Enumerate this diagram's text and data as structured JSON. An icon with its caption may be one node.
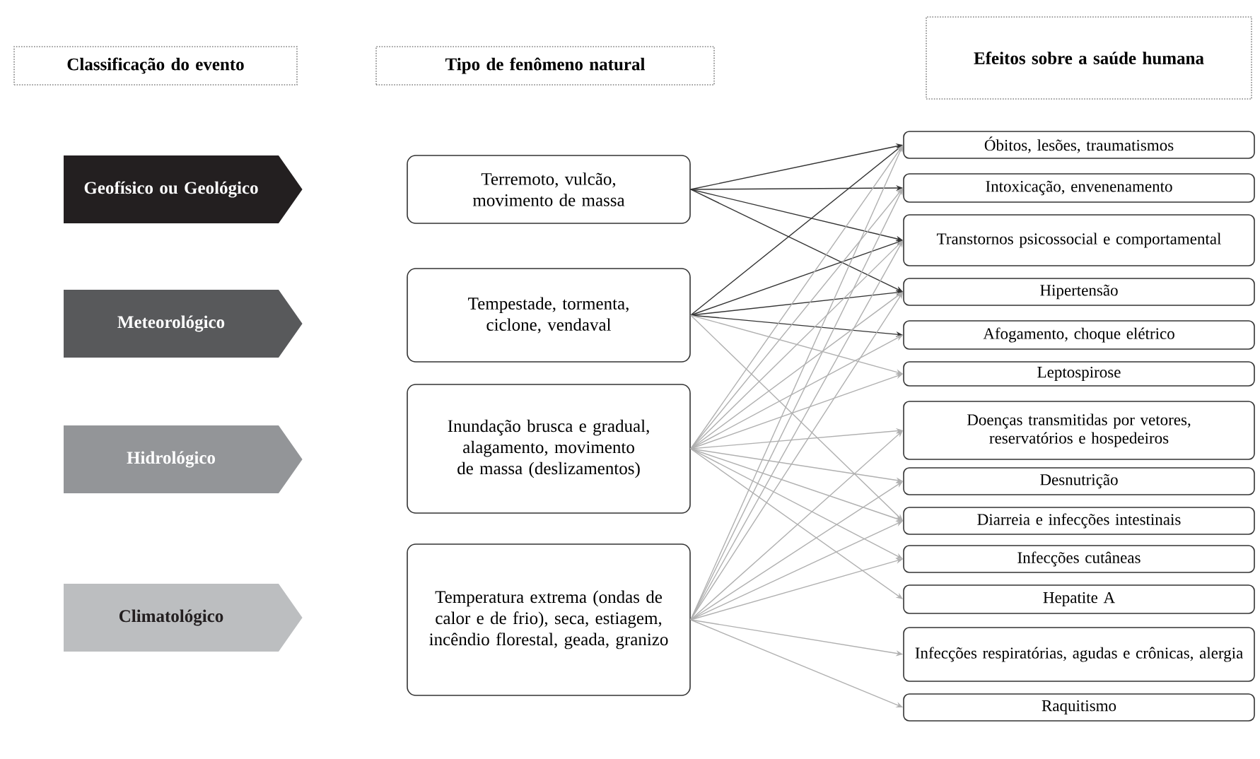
{
  "diagram": {
    "nodes": [
      {
        "text": [
          "Classificação do evento"
        ]
      },
      {
        "text": [
          "Tipo de fenômeno natural"
        ]
      },
      {
        "text": [
          "Efeitos sobre a saúde humana"
        ]
      },
      {
        "text": [
          "Geofísico ou Geológico"
        ]
      },
      {
        "text": [
          "Meteorológico"
        ]
      },
      {
        "text": [
          "Hidrológico"
        ]
      },
      {
        "text": [
          "Climatológico"
        ]
      },
      {
        "text": [
          "Terremoto, vulcão, movimento de massa"
        ]
      },
      {
        "text": [
          "Tempestade, tormenta, ciclone, vendaval"
        ]
      },
      {
        "text": [
          "Inundação brusca e gradual, alagamento, movimento de massa (deslizamentos)"
        ]
      },
      {
        "text": [
          "Temperatura extrema (ondas de calor e de frio), seca, estiagem, incêndio florestal, geada, granizo"
        ]
      },
      {
        "text": [
          "Óbitos, lesões, traumatismos"
        ]
      },
      {
        "text": [
          "Intoxicação, envenenamento"
        ]
      },
      {
        "text": [
          "Transtornos psicossocial e comportamental"
        ]
      },
      {
        "text": [
          "Hipertensão"
        ]
      },
      {
        "text": [
          "Afogamento, choque elétrico"
        ]
      },
      {
        "text": [
          "Leptospirose"
        ]
      },
      {
        "text": [
          "Doenças transmitidas por vetores, reservatórios e hospedeiros"
        ]
      },
      {
        "text": [
          "Desnutrição"
        ]
      },
      {
        "text": [
          "Diarreia e infecções intestinais"
        ]
      },
      {
        "text": [
          "Infecções cutâneas"
        ]
      },
      {
        "text": [
          "Hepatite A"
        ]
      },
      {
        "text": [
          "Infecções respiratórias, agudas e crônicas, alergia"
        ]
      },
      {
        "text": [
          "Raquitismo"
        ]
      }
    ],
    "edges": [
      {
        "from": 7,
        "to": 11,
        "arrow": "to",
        "color": "#333333"
      },
      {
        "from": 7,
        "to": 12,
        "arrow": "to",
        "color": "#333333"
      },
      {
        "from": 7,
        "to": 13,
        "arrow": "to",
        "color": "#333333"
      },
      {
        "from": 7,
        "to": 14,
        "arrow": "to",
        "color": "#333333"
      },
      {
        "from": 8,
        "to": 11,
        "arrow": "to",
        "color": "#333333"
      },
      {
        "from": 8,
        "to": 13,
        "arrow": "to",
        "color": "#333333"
      },
      {
        "from": 8,
        "to": 14,
        "arrow": "to",
        "color": "#333333"
      },
      {
        "from": 8,
        "to": 15,
        "arrow": "to",
        "color": "#333333"
      },
      {
        "from": 8,
        "to": 16,
        "arrow": "to"
      },
      {
        "from": 8,
        "to": 19,
        "arrow": "to"
      },
      {
        "from": 9,
        "to": 11,
        "arrow": "to"
      },
      {
        "from": 9,
        "to": 12,
        "arrow": "to"
      },
      {
        "from": 9,
        "to": 13,
        "arrow": "to"
      },
      {
        "from": 9,
        "to": 14,
        "arrow": "to"
      },
      {
        "from": 9,
        "to": 15,
        "arrow": "to"
      },
      {
        "from": 9,
        "to": 16,
        "arrow": "to"
      },
      {
        "from": 9,
        "to": 17,
        "arrow": "to"
      },
      {
        "from": 9,
        "to": 18,
        "arrow": "to"
      },
      {
        "from": 9,
        "to": 19,
        "arrow": "to"
      },
      {
        "from": 9,
        "to": 20,
        "arrow": "to"
      },
      {
        "from": 9,
        "to": 21,
        "arrow": "to"
      },
      {
        "from": 10,
        "to": 11,
        "arrow": "to"
      },
      {
        "from": 10,
        "to": 12,
        "arrow": "to"
      },
      {
        "from": 10,
        "to": 13,
        "arrow": "to"
      },
      {
        "from": 10,
        "to": 14,
        "arrow": "to"
      },
      {
        "from": 10,
        "to": 17,
        "arrow": "to"
      },
      {
        "from": 10,
        "to": 18,
        "arrow": "to"
      },
      {
        "from": 10,
        "to": 19,
        "arrow": "to"
      },
      {
        "from": 10,
        "to": 20,
        "arrow": "to"
      },
      {
        "from": 10,
        "to": 22,
        "arrow": "to"
      },
      {
        "from": 10,
        "to": 23,
        "arrow": "to"
      }
    ]
  }
}
